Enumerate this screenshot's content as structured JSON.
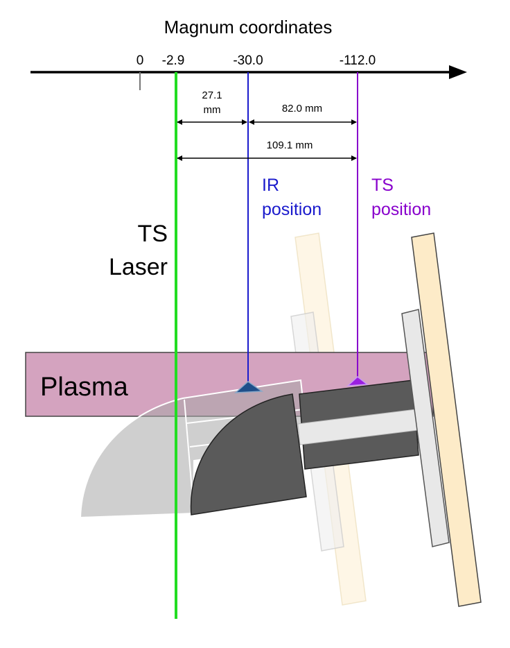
{
  "header": {
    "title": "Magnum coordinates"
  },
  "axis": {
    "ticks": [
      {
        "label": "0"
      },
      {
        "label": "-2.9"
      },
      {
        "label": "-30.0"
      },
      {
        "label": "-112.0"
      }
    ]
  },
  "dimensions": {
    "laser_to_ir_value": "27.1",
    "laser_to_ir_unit": "mm",
    "ir_to_ts": "82.0 mm",
    "laser_to_ts": "109.1 mm"
  },
  "labels": {
    "ir_line1": "IR",
    "ir_line2": "position",
    "ts_line1": "TS",
    "ts_line2": "position",
    "laser_line1": "TS",
    "laser_line2": "Laser",
    "plasma": "Plasma"
  },
  "colors": {
    "laser": "#22dd22",
    "ir": "#1a1acc",
    "ts": "#8800cc",
    "plasma_fill": "#d4a3bf",
    "target_dark": "#5a5a5a",
    "target_light_gray": "#c8c8c8",
    "plate_beige": "#fdebc8",
    "plate_gray": "#e8e8e8",
    "ir_marker": "#1f4f8a",
    "ts_marker": "#9a1fe0"
  }
}
